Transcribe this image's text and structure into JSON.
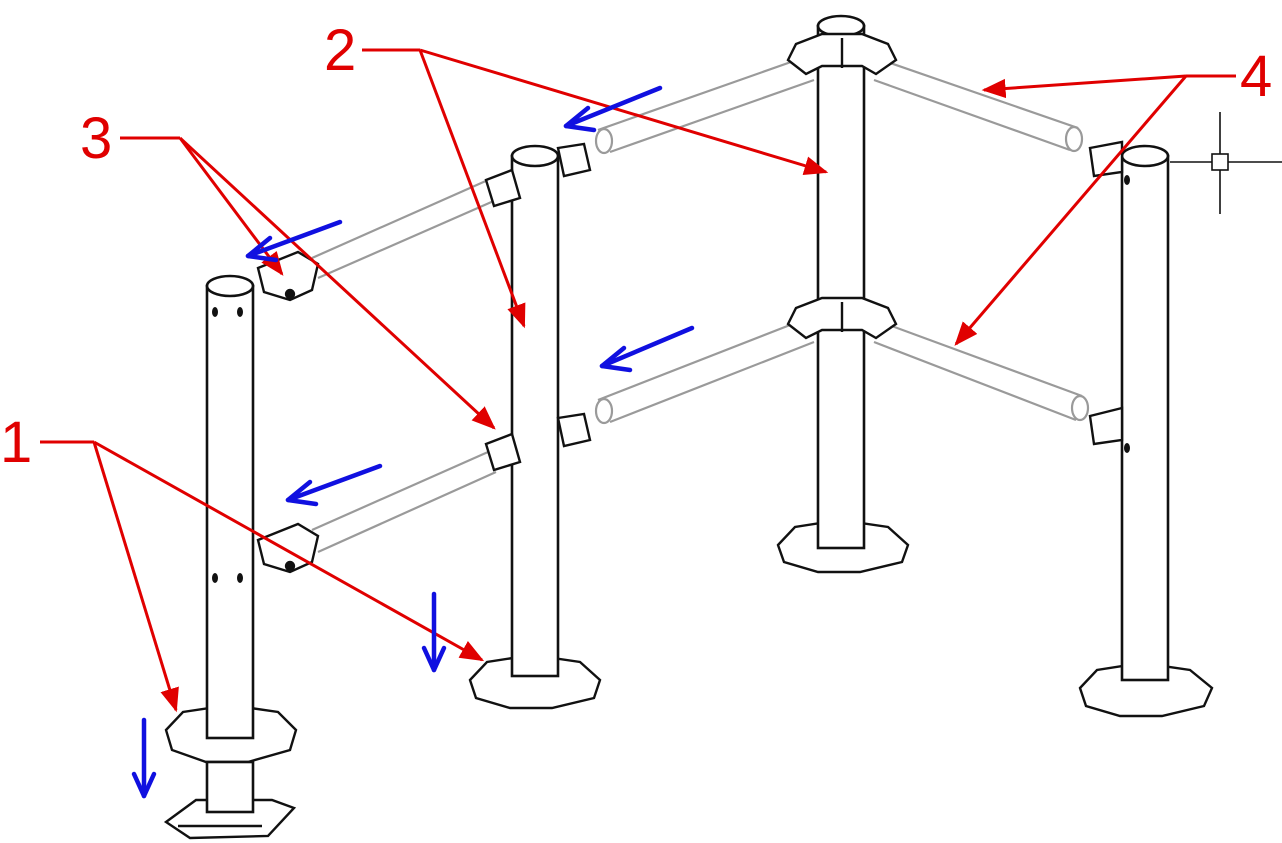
{
  "labels": [
    {
      "id": "label-1",
      "text": "1"
    },
    {
      "id": "label-2",
      "text": "2"
    },
    {
      "id": "label-3",
      "text": "3"
    },
    {
      "id": "label-4",
      "text": "4"
    }
  ],
  "colors": {
    "leader": "#e00000",
    "motion-arrow": "#1010e0",
    "outline": "#111111",
    "ghost-rail": "#9a9a9a",
    "background": "#ffffff"
  },
  "icons": {
    "motion-arrow": "blue-arrow-icon",
    "cursor": "crosshair-cursor-icon"
  }
}
